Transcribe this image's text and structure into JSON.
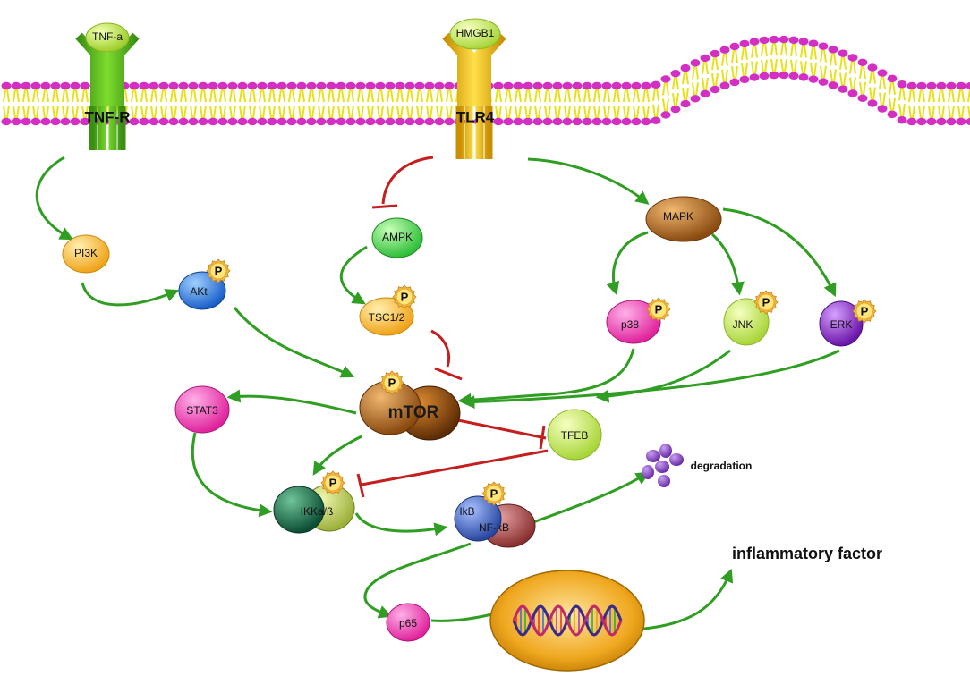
{
  "receptors": {
    "tnfa": "TNF-a",
    "tnfr": "TNF-R",
    "hmgb1": "HMGB1",
    "tlr4": "TLR4"
  },
  "nodes": {
    "pi3k": "PI3K",
    "akt": "AKt",
    "ampk": "AMPK",
    "tsc": "TSC1/2",
    "mapk": "MAPK",
    "p38": "p38",
    "jnk": "JNK",
    "erk": "ERK",
    "mtor": "mTOR",
    "stat3": "STAT3",
    "tfeb": "TFEB",
    "ikk": "IKKa/ß",
    "ikb": "IkB",
    "nfkb": "NF-kB",
    "p65": "p65",
    "degradation": "degradation",
    "inflammatory": "inflammatory factor"
  },
  "phospho_label": "P",
  "colors": {
    "activation": "#2f9e22",
    "inhibition": "#c41e1e",
    "membrane_head": "#d42fc3",
    "membrane_tail": "#e8e11a"
  }
}
